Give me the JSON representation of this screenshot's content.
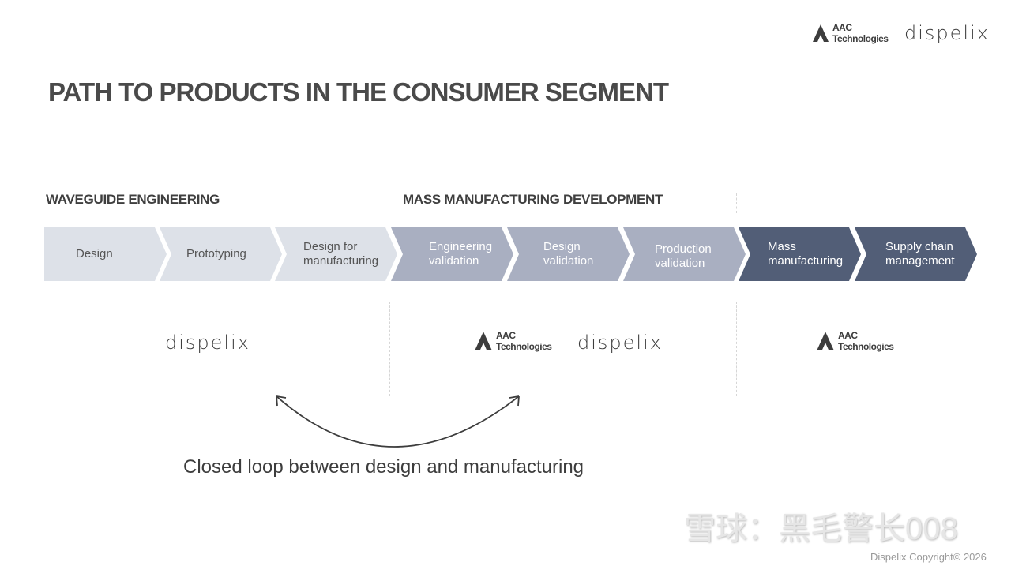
{
  "header": {
    "title": "PATH TO PRODUCTS IN THE CONSUMER SEGMENT",
    "logo_aac": "AAC Technologies",
    "logo_dispelix": "dispelix"
  },
  "sections": [
    "WAVEGUIDE ENGINEERING",
    "MASS MANUFACTURING DEVELOPMENT"
  ],
  "steps": [
    "Design",
    "Prototyping",
    "Design for\nmanufacturing",
    "Engineering\nvalidation",
    "Design\nvalidation",
    "Production\nvalidation",
    "Mass\nmanufacturing",
    "Supply chain\nmanagement"
  ],
  "owners": {
    "left": "dispelix",
    "middle_aac": "AAC Technologies",
    "middle_dispelix": "dispelix",
    "right": "AAC Technologies"
  },
  "caption": "Closed loop between design and manufacturing",
  "watermark": "雪球：黑毛警长008",
  "copyright": "Dispelix Copyright© 2026",
  "colors": {
    "light": "#dde1e8",
    "mid": "#a9afc1",
    "dark": "#525e77"
  }
}
